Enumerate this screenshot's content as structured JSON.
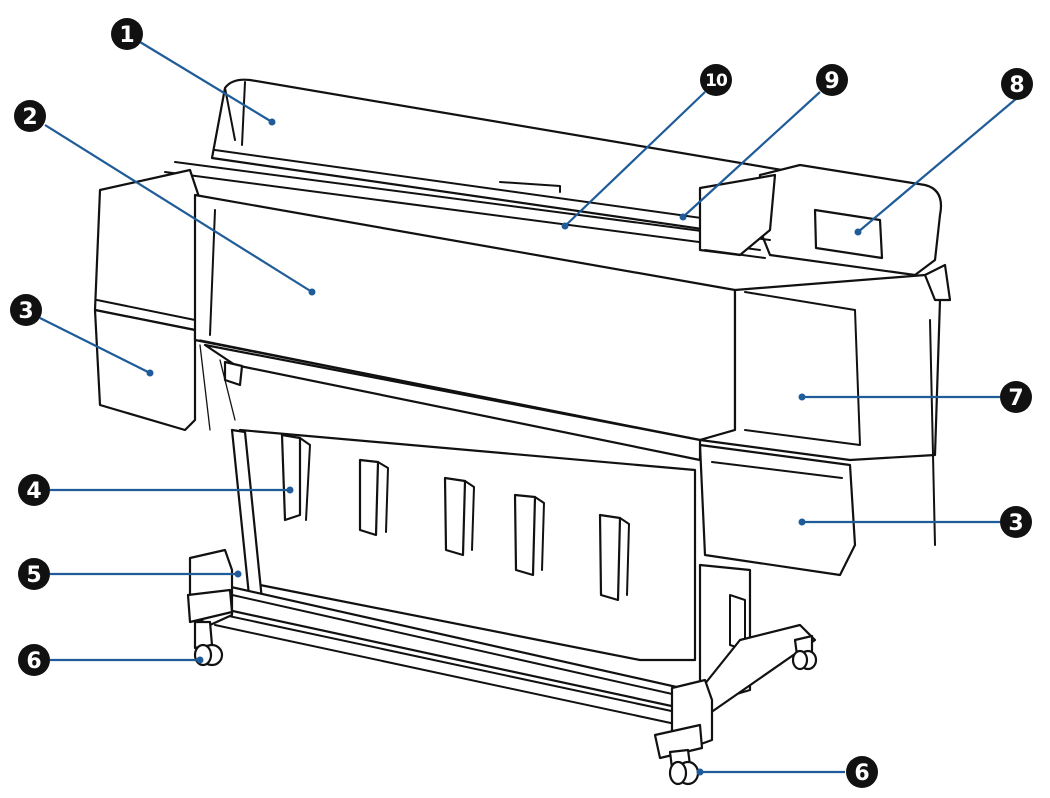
{
  "callouts": [
    {
      "id": 1,
      "label": "1"
    },
    {
      "id": 2,
      "label": "2"
    },
    {
      "id": 3,
      "label": "3"
    },
    {
      "id": 4,
      "label": "4"
    },
    {
      "id": 5,
      "label": "5"
    },
    {
      "id": 6,
      "label": "6"
    },
    {
      "id": 7,
      "label": "7"
    },
    {
      "id": 8,
      "label": "8"
    },
    {
      "id": 9,
      "label": "9"
    },
    {
      "id": 10,
      "label": "10"
    }
  ],
  "colors": {
    "leader": "#1f5c99",
    "badge": "#111111",
    "outline": "#111111"
  }
}
